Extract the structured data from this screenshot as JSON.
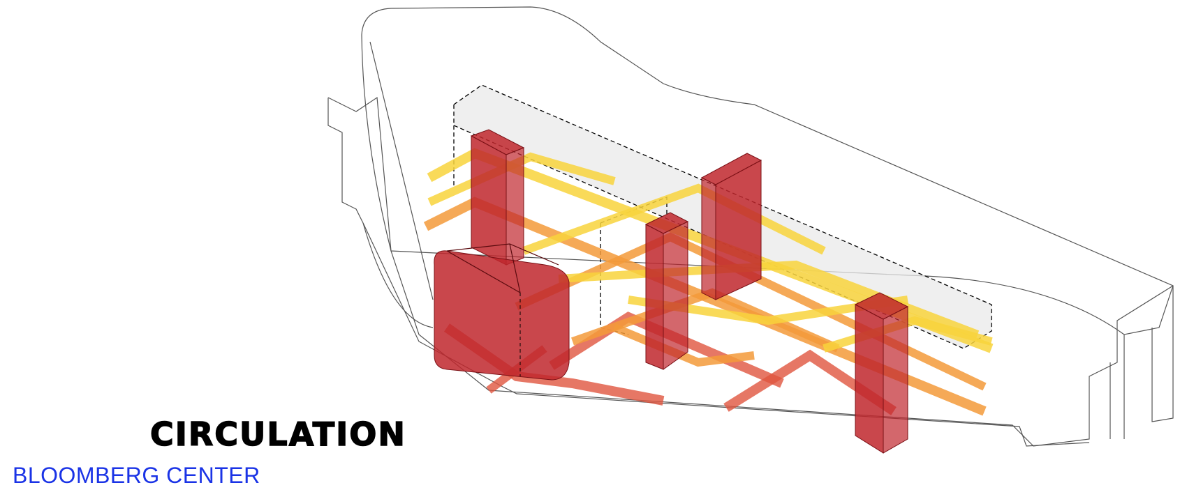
{
  "title": "CIRCULATION",
  "subtitle": "BLOOMBERG CENTER",
  "colors": {
    "title": "#000000",
    "subtitle": "#1a33e6",
    "outline": "#555555",
    "dashed_volume": "#e9e9e9",
    "vertical_core": "#c0272d",
    "path_yellow": "#f8d33c",
    "path_orange": "#f39a3a",
    "path_red": "#e0553f"
  },
  "legend_elements": [
    {
      "name": "building-outline"
    },
    {
      "name": "vertical-circulation-cores"
    },
    {
      "name": "upper-floor-paths"
    },
    {
      "name": "middle-floor-paths"
    },
    {
      "name": "ground-floor-paths"
    }
  ]
}
